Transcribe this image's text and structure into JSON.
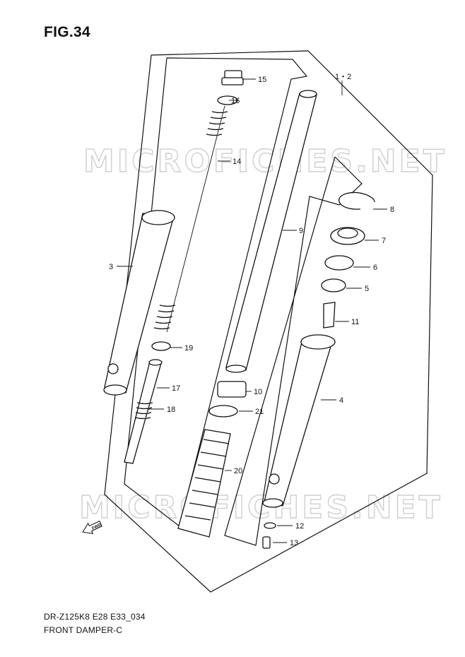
{
  "figure": {
    "title": "FIG.34",
    "model_code": "DR-Z125K8 E28 E33_034",
    "name": "FRONT DAMPER-C"
  },
  "watermark": "MICROFICHES.NET",
  "direction_label": "FWD",
  "callouts": {
    "c1_2": "1・2",
    "c3": "3",
    "c4": "4",
    "c5": "5",
    "c6": "6",
    "c7": "7",
    "c8": "8",
    "c9": "9",
    "c10": "10",
    "c11": "11",
    "c12": "12",
    "c13": "13",
    "c14": "14",
    "c15": "15",
    "c16": "16",
    "c17": "17",
    "c18": "18",
    "c19": "19",
    "c20": "20",
    "c21": "21"
  }
}
